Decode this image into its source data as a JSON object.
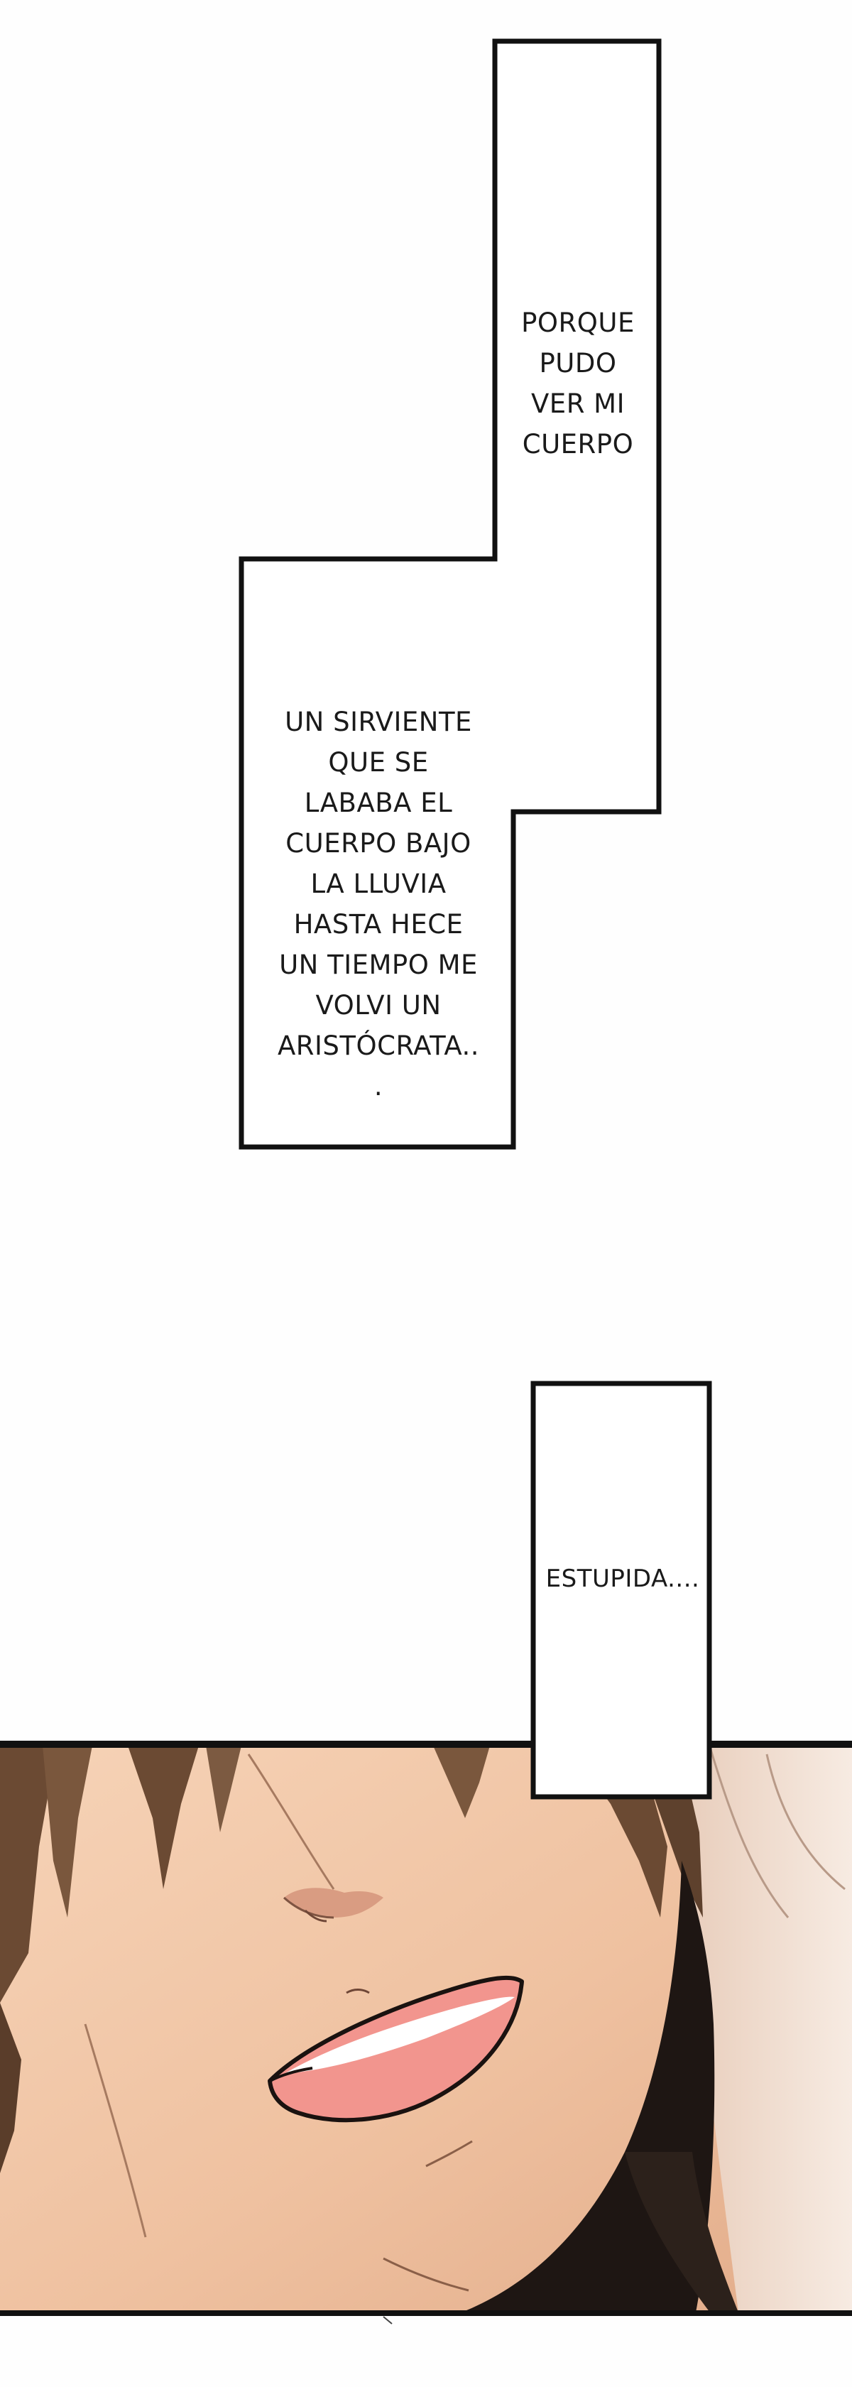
{
  "comic": {
    "caption_1": "PORQUE\nPUDO\nVER MI\nCUERPO",
    "caption_2": "UN SIRVIENTE\nQUE SE\nLABABA EL\nCUERPO BAJO\nLA LLUVIA\nHASTA HECE\nUN TIEMPO ME\nVOLVI UN\nARISTÓCRATA..\n.",
    "caption_3": "ESTUPIDA...."
  },
  "colors": {
    "background": "#fefefe",
    "border": "#111111",
    "skin": "#f3c9a9",
    "hair": "#6b4a33",
    "mouth": "#f2958e"
  }
}
